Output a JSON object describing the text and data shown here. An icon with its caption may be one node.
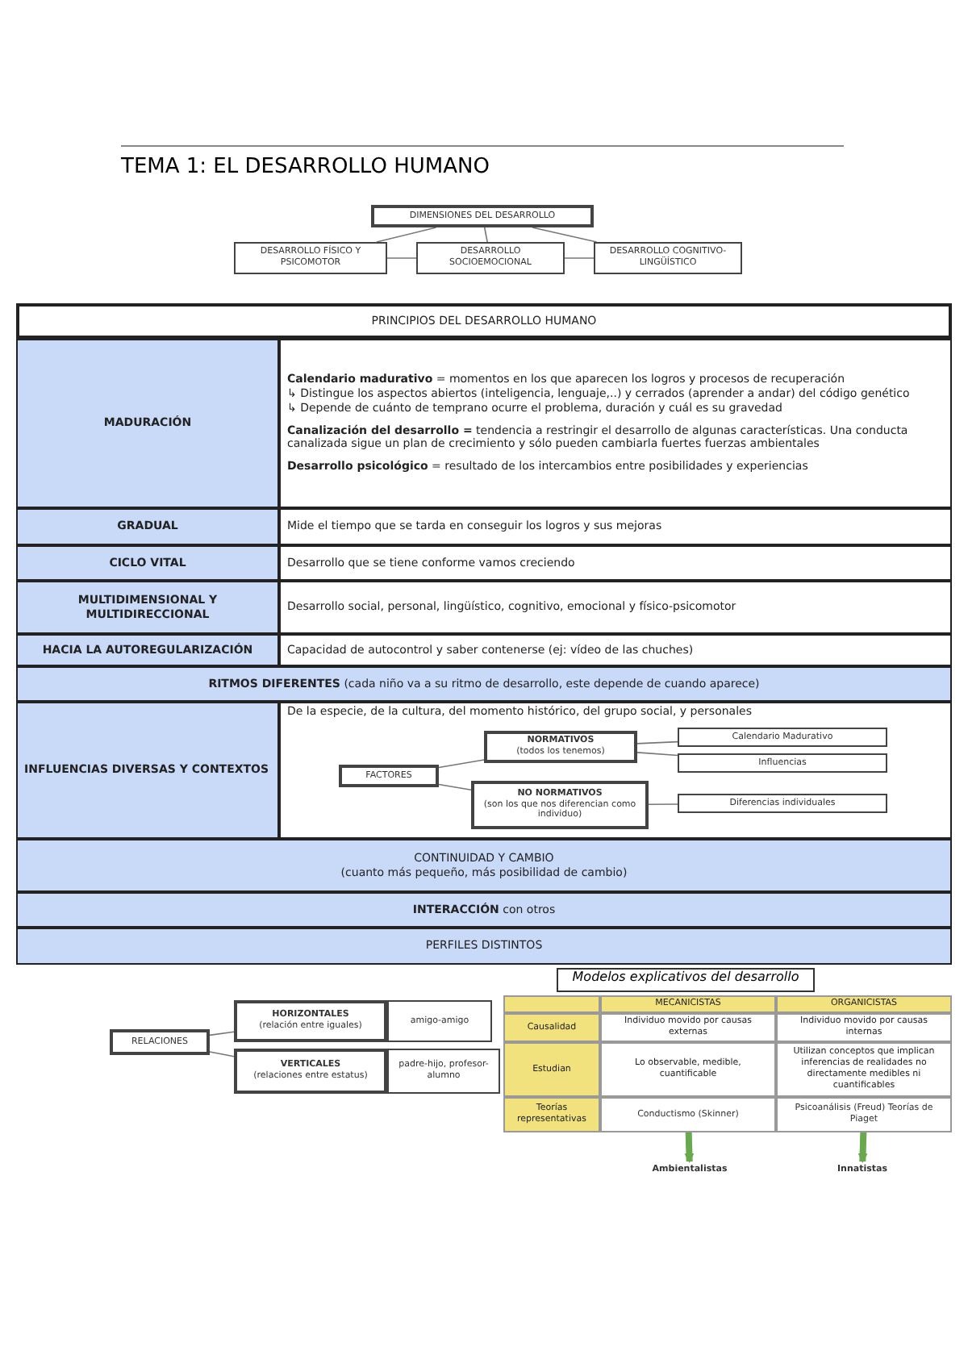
{
  "diagram": {
    "title": "TEMA 1: EL DESARROLLO HUMANO",
    "nodes": [
      {
        "text": [
          "DIMENSIONES DEL DESARROLLO"
        ]
      },
      {
        "text": [
          "DESARROLLO FÍSICO Y PSICOMOTOR"
        ]
      },
      {
        "text": [
          "DESARROLLO SOCIOEMOCIONAL"
        ]
      },
      {
        "text": [
          "DESARROLLO COGNITIVO-LINGÜÍSTICO"
        ]
      },
      {
        "text": [
          "FACTORES"
        ]
      },
      {
        "text": [
          "NORMATIVOS",
          "(todos los tenemos)"
        ]
      },
      {
        "text": [
          "Calendario Madurativo"
        ]
      },
      {
        "text": [
          "Influencias"
        ]
      },
      {
        "text": [
          "NO NORMATIVOS",
          "(son los que nos diferencian como individuo)"
        ]
      },
      {
        "text": [
          "Diferencias individuales"
        ]
      },
      {
        "text": [
          "RELACIONES"
        ]
      },
      {
        "text": [
          "HORIZONTALES",
          "(relación entre iguales)"
        ]
      },
      {
        "text": [
          "amigo-amigo"
        ]
      },
      {
        "text": [
          "VERTICALES",
          "(relaciones entre estatus)"
        ]
      },
      {
        "text": [
          "padre-hijo, profesor-alumno"
        ]
      },
      {
        "text": [
          "Conductismo (Skinner)"
        ]
      },
      {
        "text": [
          "Psicoanálisis (Freud) Teorías de Piaget"
        ]
      },
      {
        "text": [
          "Ambientalistas"
        ]
      },
      {
        "text": [
          "Innatistas"
        ]
      }
    ],
    "edges": [
      {
        "from": 0,
        "to": 1,
        "arrow": "none"
      },
      {
        "from": 0,
        "to": 2,
        "arrow": "none"
      },
      {
        "from": 0,
        "to": 3,
        "arrow": "none"
      },
      {
        "from": 1,
        "to": 2,
        "arrow": "none"
      },
      {
        "from": 2,
        "to": 3,
        "arrow": "none"
      },
      {
        "from": 4,
        "to": 5,
        "arrow": "none"
      },
      {
        "from": 4,
        "to": 8,
        "arrow": "none"
      },
      {
        "from": 5,
        "to": 6,
        "arrow": "none"
      },
      {
        "from": 5,
        "to": 7,
        "arrow": "none"
      },
      {
        "from": 8,
        "to": 9,
        "arrow": "none"
      },
      {
        "from": 10,
        "to": 11,
        "arrow": "none"
      },
      {
        "from": 10,
        "to": 13,
        "arrow": "none"
      },
      {
        "from": 15,
        "to": 17,
        "arrow": "to",
        "style": "thick",
        "color": "#6aa84f"
      },
      {
        "from": 16,
        "to": 18,
        "arrow": "to",
        "style": "thick",
        "color": "#6aa84f"
      }
    ],
    "labels": [
      "PRINCIPIOS DEL DESARROLLO HUMANO",
      "MADURACIÓN",
      "**Calendario madurativo** = momentos en los que aparecen los logros y procesos de recuperación",
      "↳ Distingue los aspectos abiertos (inteligencia, lenguaje,..) y cerrados (aprender a andar) del código genético",
      "↳ Depende de cuánto de temprano ocurre el problema, duración y cuál es su gravedad",
      "**Canalización del desarrollo =** tendencia a restringir el desarrollo de algunas características. Una conducta canalizada sigue un plan de crecimiento y sólo pueden cambiarla fuertes fuerzas ambientales",
      "**Desarrollo psicológico** = resultado de los intercambios entre posibilidades y experiencias",
      "GRADUAL",
      "Mide el tiempo que se tarda en conseguir los logros y sus mejoras",
      "CICLO VITAL",
      "Desarrollo que se tiene conforme vamos creciendo",
      "MULTIDIMENSIONAL Y MULTIDIRECCIONAL",
      "Desarrollo social, personal, lingüístico, cognitivo, emocional y físico-psicomotor",
      "HACIA LA AUTOREGULARIZACIÓN",
      "Capacidad de autocontrol y saber contenerse (ej: vídeo de las chuches)",
      "**RITMOS DIFERENTES** (cada niño va a su ritmo de desarrollo, este depende de cuando aparece)",
      "INFLUENCIAS DIVERSAS Y CONTEXTOS",
      "De la especie, de la cultura, del momento histórico, del grupo social, y personales",
      "CONTINUIDAD Y CAMBIO",
      "(cuanto más pequeño, más posibilidad de cambio)",
      "**INTERACCIÓN** con otros",
      "PERFILES DISTINTOS",
      "Modelos explicativos del desarrollo",
      "MECANICISTAS",
      "ORGANICISTAS",
      "Causalidad",
      "Individuo movido por causas externas",
      "Individuo movido por causas internas",
      "Estudian",
      "Lo observable, medible, cuantificable",
      "Utilizan conceptos que implican inferencias de realidades no directamente medibles ni cuantificables",
      "Teorías representativas"
    ]
  }
}
